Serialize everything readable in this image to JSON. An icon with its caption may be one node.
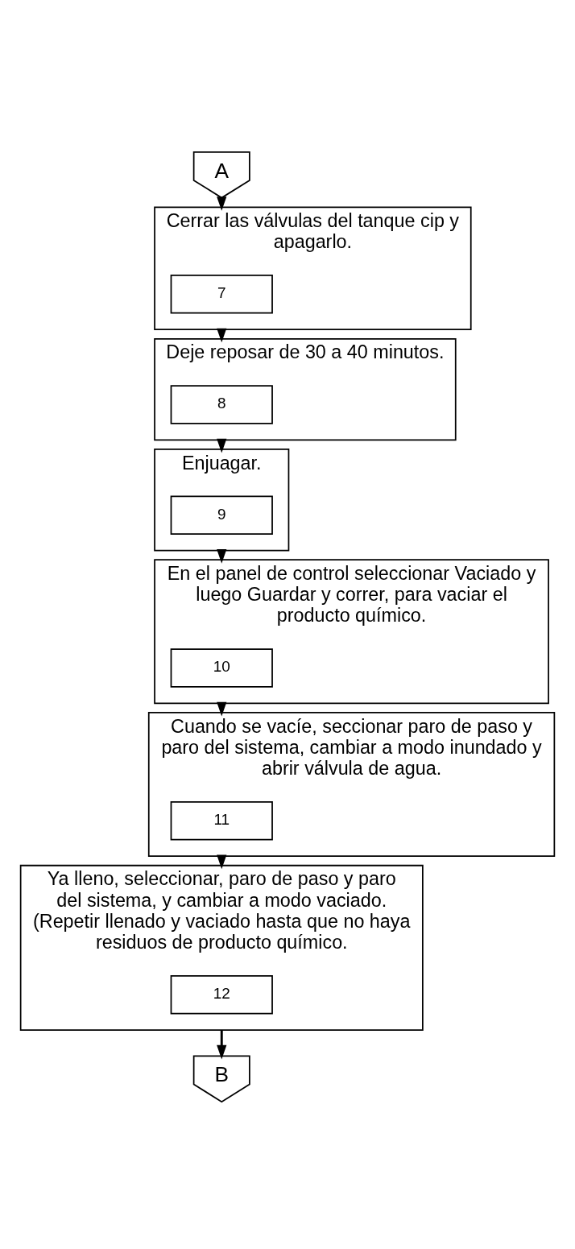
{
  "diagram": {
    "nodes": [
      {
        "text": [
          "A"
        ]
      },
      {
        "text": [
          "Cerrar las válvulas del tanque cip y apagarlo."
        ]
      },
      {
        "text": [
          "7"
        ],
        "in": 1
      },
      {
        "text": [
          "Deje reposar de 30 a 40 minutos."
        ]
      },
      {
        "text": [
          "8"
        ],
        "in": 3
      },
      {
        "text": [
          "Enjuagar."
        ]
      },
      {
        "text": [
          "9"
        ],
        "in": 5
      },
      {
        "text": [
          "En el panel de control seleccionar Vaciado y luego Guardar y correr, para vaciar el producto químico."
        ]
      },
      {
        "text": [
          "10"
        ],
        "in": 7
      },
      {
        "text": [
          "Cuando se vacíe, seccionar paro de paso y paro del sistema, cambiar a modo inundado y abrir válvula de agua."
        ]
      },
      {
        "text": [
          "11"
        ],
        "in": 9
      },
      {
        "text": [
          "Ya lleno, seleccionar, paro de paso y paro del sistema, y cambiar a modo vaciado. (Repetir llenado y vaciado hasta que no haya residuos de producto químico."
        ]
      },
      {
        "text": [
          "12"
        ],
        "in": 11
      },
      {
        "text": [
          "B"
        ]
      }
    ],
    "edges": [
      {
        "from": 0,
        "to": 1,
        "arrow": "to"
      },
      {
        "from": 1,
        "to": 3,
        "arrow": "to"
      },
      {
        "from": 3,
        "to": 5,
        "arrow": "to"
      },
      {
        "from": 5,
        "to": 7,
        "arrow": "to"
      },
      {
        "from": 7,
        "to": 9,
        "arrow": "to"
      },
      {
        "from": 9,
        "to": 11,
        "arrow": "to"
      },
      {
        "from": 11,
        "to": 13,
        "arrow": "to"
      }
    ]
  }
}
